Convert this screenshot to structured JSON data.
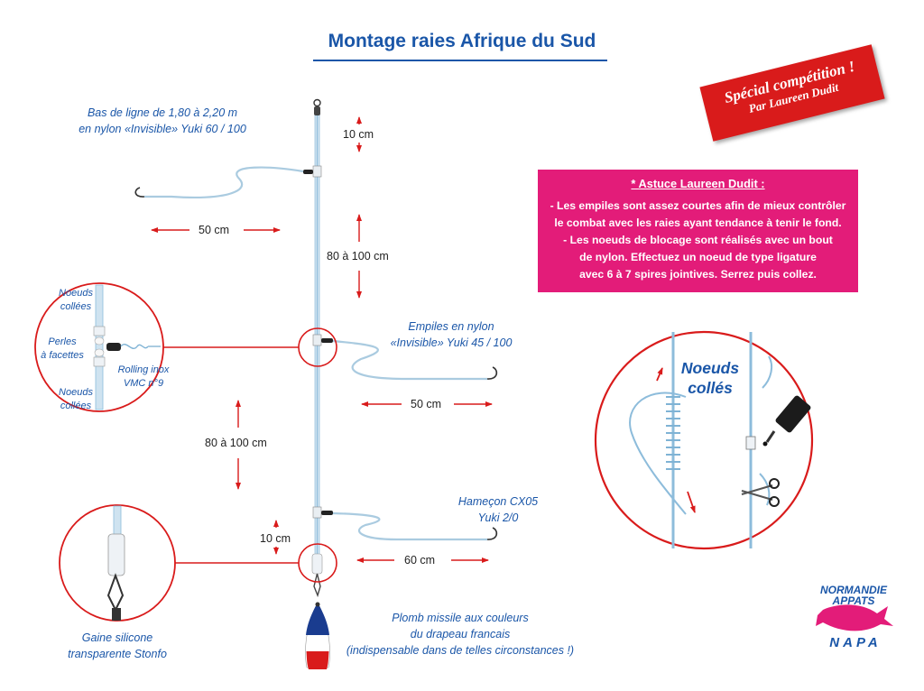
{
  "title": "Montage raies Afrique du Sud",
  "special": {
    "line1": "Spécial compétition !",
    "line2": "Par Laureen Dudit"
  },
  "astuce": {
    "title": "* Astuce Laureen Dudit :",
    "lines": [
      "- Les empiles sont assez courtes afin de mieux contrôler",
      "le combat avec les raies ayant tendance à tenir le fond.",
      "- Les noeuds de blocage sont réalisés avec un bout",
      "de nylon. Effectuez un noeud de type ligature",
      "avec 6 à 7 spires jointives. Serrez puis collez."
    ]
  },
  "notes": {
    "bas_de_ligne": [
      "Bas de ligne de 1,80 à 2,20 m",
      "en nylon «Invisible» Yuki 60 / 100"
    ],
    "empiles": [
      "Empiles en nylon",
      "«Invisible» Yuki 45 / 100"
    ],
    "hamecon": [
      "Hameçon CX05",
      "Yuki 2/0"
    ],
    "plomb": [
      "Plomb missile aux couleurs",
      "du drapeau francais",
      "(indispensable dans de telles circonstances !)"
    ],
    "gaine": [
      "Gaine silicone",
      "transparente Stonfo"
    ]
  },
  "dimensions": {
    "top_10": "10 cm",
    "arm1_50": "50 cm",
    "span1": "80 à 100 cm",
    "arm2_50": "50 cm",
    "span2": "80 à 100 cm",
    "bottom_10": "10 cm",
    "arm3_60": "60 cm"
  },
  "detail_left": {
    "noeuds_top": [
      "Noeuds",
      "collées"
    ],
    "perles": [
      "Perles",
      "à facettes"
    ],
    "rolling": [
      "Rolling inox",
      "VMC n°9"
    ],
    "noeuds_bottom": [
      "Noeuds",
      "collées"
    ]
  },
  "detail_right": {
    "label": [
      "Noeuds",
      "collés"
    ]
  },
  "logo": {
    "line1": "NORMANDIE",
    "line2": "APPATS",
    "line3": "NAPA"
  },
  "colors": {
    "blue": "#1a56a8",
    "red": "#d91b1b",
    "pink": "#e31c79",
    "line": "#9fc9e3"
  }
}
